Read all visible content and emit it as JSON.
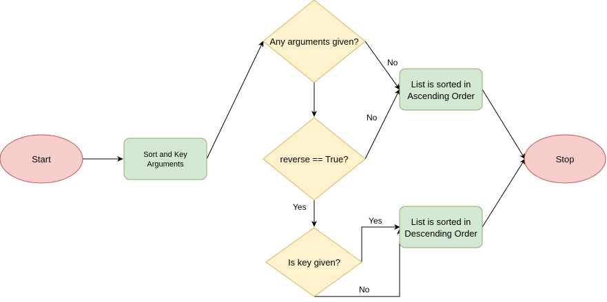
{
  "colors": {
    "terminal_fill": "#f8cecc",
    "terminal_stroke": "#b85450",
    "process_fill": "#d5e8d4",
    "process_stroke": "#82b366",
    "decision_fill": "#fff2cc",
    "decision_stroke": "#d6b656",
    "edge": "#000000"
  },
  "nodes": {
    "start": {
      "shape": "ellipse",
      "label": "Start"
    },
    "sort_key_args": {
      "shape": "rounded-rect",
      "lines": [
        "Sort and Key",
        "Arguments"
      ]
    },
    "any_args": {
      "shape": "diamond",
      "label": "Any arguments given?"
    },
    "reverse_true": {
      "shape": "diamond",
      "label": "reverse == True?"
    },
    "key_given": {
      "shape": "diamond",
      "label": "Is key given?"
    },
    "ascending": {
      "shape": "rounded-rect",
      "lines": [
        "List is sorted in",
        "Ascending Order"
      ]
    },
    "descending": {
      "shape": "rounded-rect",
      "lines": [
        "List is sorted in",
        "Descending Order"
      ]
    },
    "stop": {
      "shape": "ellipse",
      "label": "Stop"
    }
  },
  "edges": [
    {
      "from": "start",
      "to": "sort_key_args",
      "label": ""
    },
    {
      "from": "sort_key_args",
      "to": "any_args",
      "label": ""
    },
    {
      "from": "any_args",
      "to": "ascending",
      "label": "No"
    },
    {
      "from": "any_args",
      "to": "reverse_true",
      "label": ""
    },
    {
      "from": "reverse_true",
      "to": "ascending",
      "label": "No"
    },
    {
      "from": "reverse_true",
      "to": "key_given",
      "label": "Yes"
    },
    {
      "from": "key_given",
      "to": "descending",
      "label": "Yes"
    },
    {
      "from": "key_given",
      "to": "descending",
      "label": "No"
    },
    {
      "from": "ascending",
      "to": "stop",
      "label": ""
    },
    {
      "from": "descending",
      "to": "stop",
      "label": ""
    }
  ]
}
